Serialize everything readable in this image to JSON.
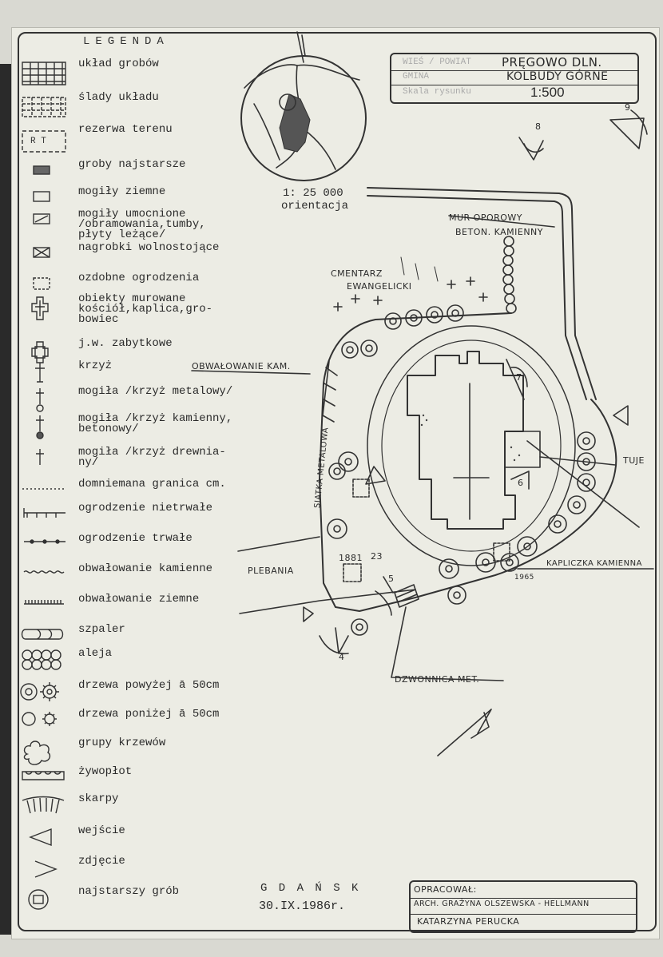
{
  "title_block": {
    "village": "PRĘGOWO DLN.",
    "gmina": "KOLBUDY GÓRNE",
    "scale": "1:500",
    "faded_labels": [
      "WIEŚ / POWIAT",
      "GMINA",
      "Skala rysunku"
    ]
  },
  "legend": {
    "title": "LEGENDA",
    "items": [
      {
        "symbol": "grid-icon",
        "label": "układ grobów"
      },
      {
        "symbol": "dashed-grid-icon",
        "label": "ślady układu"
      },
      {
        "symbol": "reserve-icon",
        "symbol_text": "R T",
        "label": "rezerwa terenu"
      },
      {
        "symbol": "filled-rect-icon",
        "label": "groby najstarsze"
      },
      {
        "symbol": "rect-icon",
        "label": "mogiły ziemne"
      },
      {
        "symbol": "slashed-rect-icon",
        "label": "mogiły umocnione\n/obramowania,tumby,\npłyty leżące/"
      },
      {
        "symbol": "crossed-rect-icon",
        "label": "nagrobki wolnostojące"
      },
      {
        "symbol": "dashed-rect-icon",
        "label": "ozdobne ogrodzenia"
      },
      {
        "symbol": "church-icon",
        "label": "obiekty murowane\nkościół,kaplica,gro-\nbowiec"
      },
      {
        "symbol": "monument-icon",
        "label": "j.w. zabytkowe"
      },
      {
        "symbol": "cross-icon",
        "label": "krzyż"
      },
      {
        "symbol": "metal-cross-icon",
        "label": "mogiła /krzyż metalowy/"
      },
      {
        "symbol": "stone-cross-icon",
        "label": "mogiła /krzyż kamienny,\nbetonowy/"
      },
      {
        "symbol": "wooden-cross-icon",
        "label": "mogiła /krzyż drewnia-\nny/"
      },
      {
        "symbol": "dotted-line-icon",
        "label": "domniemana granica cm."
      },
      {
        "symbol": "temporary-fence-icon",
        "label": "ogrodzenie nietrwałe"
      },
      {
        "symbol": "permanent-fence-icon",
        "label": "ogrodzenie trwałe"
      },
      {
        "symbol": "stone-embankment-icon",
        "label": "obwałowanie kamienne"
      },
      {
        "symbol": "earth-embankment-icon",
        "label": "obwałowanie ziemne"
      },
      {
        "symbol": "hedgerow-icon",
        "label": "szpaler"
      },
      {
        "symbol": "avenue-icon",
        "label": "aleja"
      },
      {
        "symbol": "big-tree-icon",
        "label": "drzewa powyżej ā 50cm"
      },
      {
        "symbol": "small-tree-icon",
        "label": "drzewa poniżej ā 50cm"
      },
      {
        "symbol": "shrubs-icon",
        "label": "grupy krzewów"
      },
      {
        "symbol": "hedge-icon",
        "label": "żywopłot"
      },
      {
        "symbol": "slope-icon",
        "label": "skarpy"
      },
      {
        "symbol": "entrance-icon",
        "label": "wejście"
      },
      {
        "symbol": "photo-icon",
        "label": "zdjęcie"
      },
      {
        "symbol": "oldest-grave-icon",
        "label": "najstarszy grób"
      }
    ]
  },
  "inset": {
    "scale": "1: 25 000",
    "label": "orientacja"
  },
  "map_labels": {
    "retaining_wall_1": "MUR OPOROWY",
    "retaining_wall_2": "BETON. KAMIENNY",
    "cemetery_1": "CMENTARZ",
    "cemetery_2": "EWANGELICKI",
    "embankment": "OBWAŁOWANIE KAM.",
    "metal_mesh": "SIATKA METALOWA",
    "parsonage": "PLEBANIA",
    "thuja": "TUJE",
    "stone_chapel": "KAPLICZKA KAMIENNA",
    "bell_tower": "DZWONNICA MET.",
    "year_1881": "1881",
    "year_1965": "1965",
    "num_23": "23",
    "photo_nums": [
      "4",
      "5",
      "6",
      "7",
      "8",
      "9"
    ]
  },
  "footer": {
    "city": "G D A Ń S K",
    "date": "30.IX.1986r.",
    "prepared_label": "OPRACOWAŁ:",
    "author_1": "ARCH. GRAŻYNA OLSZEWSKA - HELLMANN",
    "author_2": "KATARZYNA PERUCKA"
  }
}
